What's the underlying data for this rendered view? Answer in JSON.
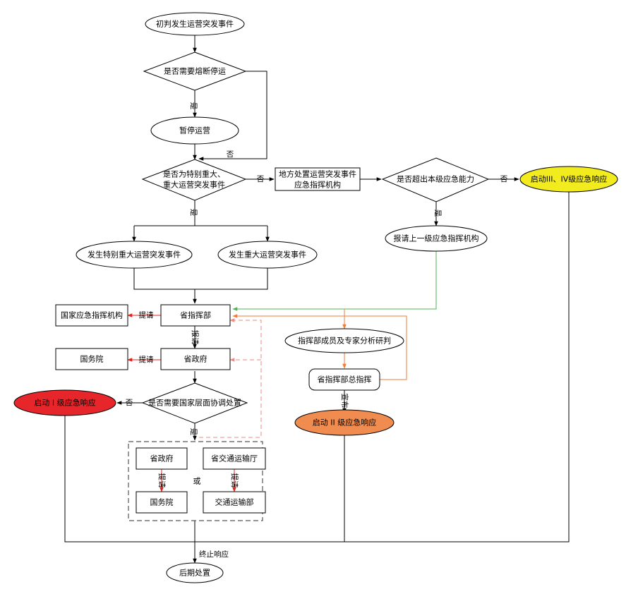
{
  "nodes": {
    "initial_judgement": "初判发生运营突发事件",
    "need_circuit_break": "是否需要熔断停运",
    "suspend_operation": "暂停运营",
    "is_major_line1": "是否为特别重大、",
    "is_major_line2": "重大运营突发事件",
    "local_command_line1": "地方处置运营突发事件",
    "local_command_line2": "应急指挥机构",
    "exceeds_capacity": "是否超出本级应急能力",
    "start_level_3_4": "启动III、IV级应急响应",
    "request_higher_command": "报请上一级应急指挥机构",
    "especially_major_event": "发生特别重大运营突发事件",
    "major_event": "发生重大运营突发事件",
    "national_command": "国家应急指挥机构",
    "provincial_command": "省指挥部",
    "command_experts": "指挥部成员及专家分析研判",
    "state_council_1": "国务院",
    "provincial_government_1": "省政府",
    "provincial_commander": "省指挥部总指挥",
    "start_level_1": "启动 I 级应急响应",
    "need_national_coordination": "是否需要国家层面协调处置",
    "start_level_2": "启动 II 级应急响应",
    "provincial_government_2": "省政府",
    "provincial_transport_dept": "省交通运输厅",
    "or_text": "或",
    "state_council_2": "国务院",
    "ministry_transport": "交通运输部",
    "post_disposal": "后期处置"
  },
  "edge_labels": {
    "yes": "是",
    "no": "否",
    "request": "提请",
    "report": "报请",
    "announce": "宣布",
    "terminate": "终止响应"
  },
  "colors": {
    "line": "#000000",
    "red_arrow": "#e0241b",
    "green_line": "#54b357",
    "orange_line": "#ee7d3a",
    "dashed_red": "#ef8b82",
    "dashed_box": "#555555",
    "level_1_fill": "#e7262b",
    "level_2_fill": "#f08c4f",
    "level_3_4_fill": "#f2ec1f"
  }
}
